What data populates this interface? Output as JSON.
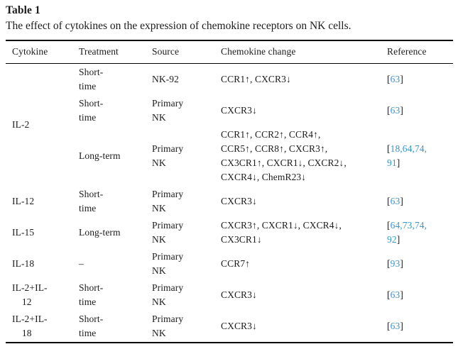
{
  "page": {
    "background": "#ffffff",
    "text_color": "#1c1c1c",
    "link_color": "#3498d1"
  },
  "table": {
    "label": "Table 1",
    "caption": "The effect of cytokines on the expression of chemokine receptors on NK cells.",
    "columns": [
      "Cytokine",
      "Treatment",
      "Source",
      "Chemokine change",
      "Reference"
    ],
    "rows": [
      {
        "cytokine": "IL-2",
        "cytokine_rowspan": 3,
        "treatment": "Short-\ntime",
        "source": "NK-92",
        "change": "CCR1↑, CXCR3↓",
        "reference": {
          "open": "[",
          "cites": "63",
          "close": "]"
        }
      },
      {
        "treatment": "Short-\ntime",
        "source": "Primary\nNK",
        "change": "CXCR3↓",
        "reference": {
          "open": "[",
          "cites": "63",
          "close": "]"
        }
      },
      {
        "treatment": "Long-term",
        "source": "Primary\nNK",
        "change": "CCR1↑, CCR2↑, CCR4↑,\nCCR5↑, CCR8↑, CXCR3↑,\nCX3CR1↑, CXCR1↓, CXCR2↓,\nCXCR4↓, ChemR23↓",
        "reference": {
          "open": "[",
          "cites": "18,64,74,\n91",
          "close": "]"
        }
      },
      {
        "cytokine": "IL-12",
        "treatment": "Short-\ntime",
        "source": "Primary\nNK",
        "change": "CXCR3↓",
        "reference": {
          "open": "[",
          "cites": "63",
          "close": "]"
        }
      },
      {
        "cytokine": "IL-15",
        "treatment": "Long-term",
        "source": "Primary\nNK",
        "change": "CXCR3↑, CXCR1↓, CXCR4↓,\nCX3CR1↓",
        "reference": {
          "open": "[",
          "cites": "64,73,74,\n92",
          "close": "]"
        }
      },
      {
        "cytokine": "IL-18",
        "treatment": "–",
        "source": "Primary\nNK",
        "change": "CCR7↑",
        "reference": {
          "open": "[",
          "cites": "93",
          "close": "]"
        }
      },
      {
        "cytokine": "IL-2+IL-\n    12",
        "treatment": "Short-\ntime",
        "source": "Primary\nNK",
        "change": "CXCR3↓",
        "reference": {
          "open": "[",
          "cites": "63",
          "close": "]"
        }
      },
      {
        "cytokine": "IL-2+IL-\n    18",
        "treatment": "Short-\ntime",
        "source": "Primary\nNK",
        "change": "CXCR3↓",
        "reference": {
          "open": "[",
          "cites": "63",
          "close": "]"
        }
      }
    ]
  }
}
